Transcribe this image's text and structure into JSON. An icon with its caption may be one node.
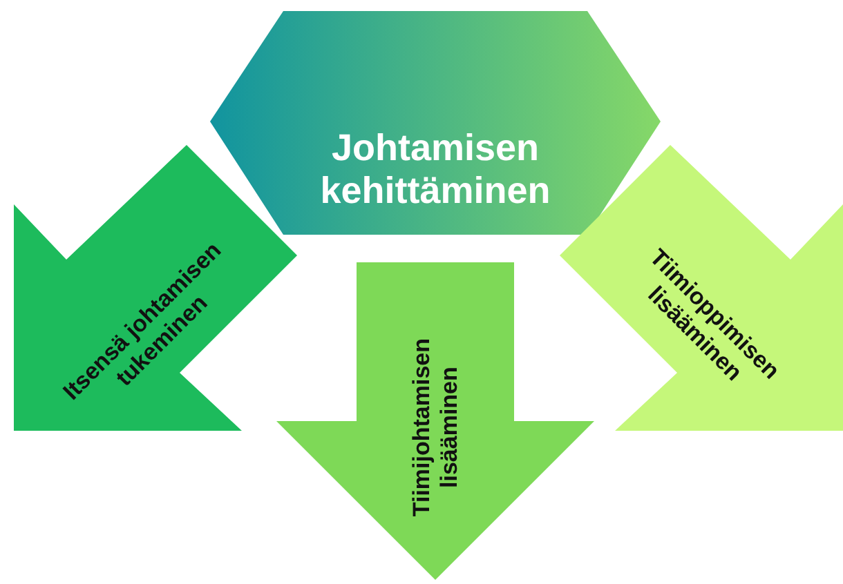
{
  "diagram": {
    "nodes": [
      {
        "text": [
          "Johtamisen kehittäminen"
        ]
      },
      {
        "text": [
          "Itsensä johtamisen tukeminen"
        ]
      },
      {
        "text": [
          "Tiimijohtamisen lisääminen"
        ]
      },
      {
        "text": [
          "Tiimioppimisen lisääminen"
        ]
      }
    ]
  }
}
